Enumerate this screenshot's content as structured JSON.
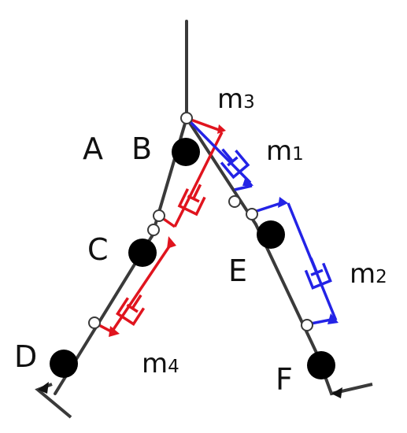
{
  "labels": {
    "A": "A",
    "B": "B",
    "C": "C",
    "D": "D",
    "E": "E",
    "F": "F"
  },
  "muscles": {
    "m1": {
      "base": "m",
      "sub": "1"
    },
    "m2": {
      "base": "m",
      "sub": "2"
    },
    "m3": {
      "base": "m",
      "sub": "3"
    },
    "m4": {
      "base": "m",
      "sub": "4"
    }
  },
  "colors": {
    "link": "#3a3a3a",
    "joint": "#000000",
    "red": "#e0141e",
    "blue": "#2323e6"
  }
}
